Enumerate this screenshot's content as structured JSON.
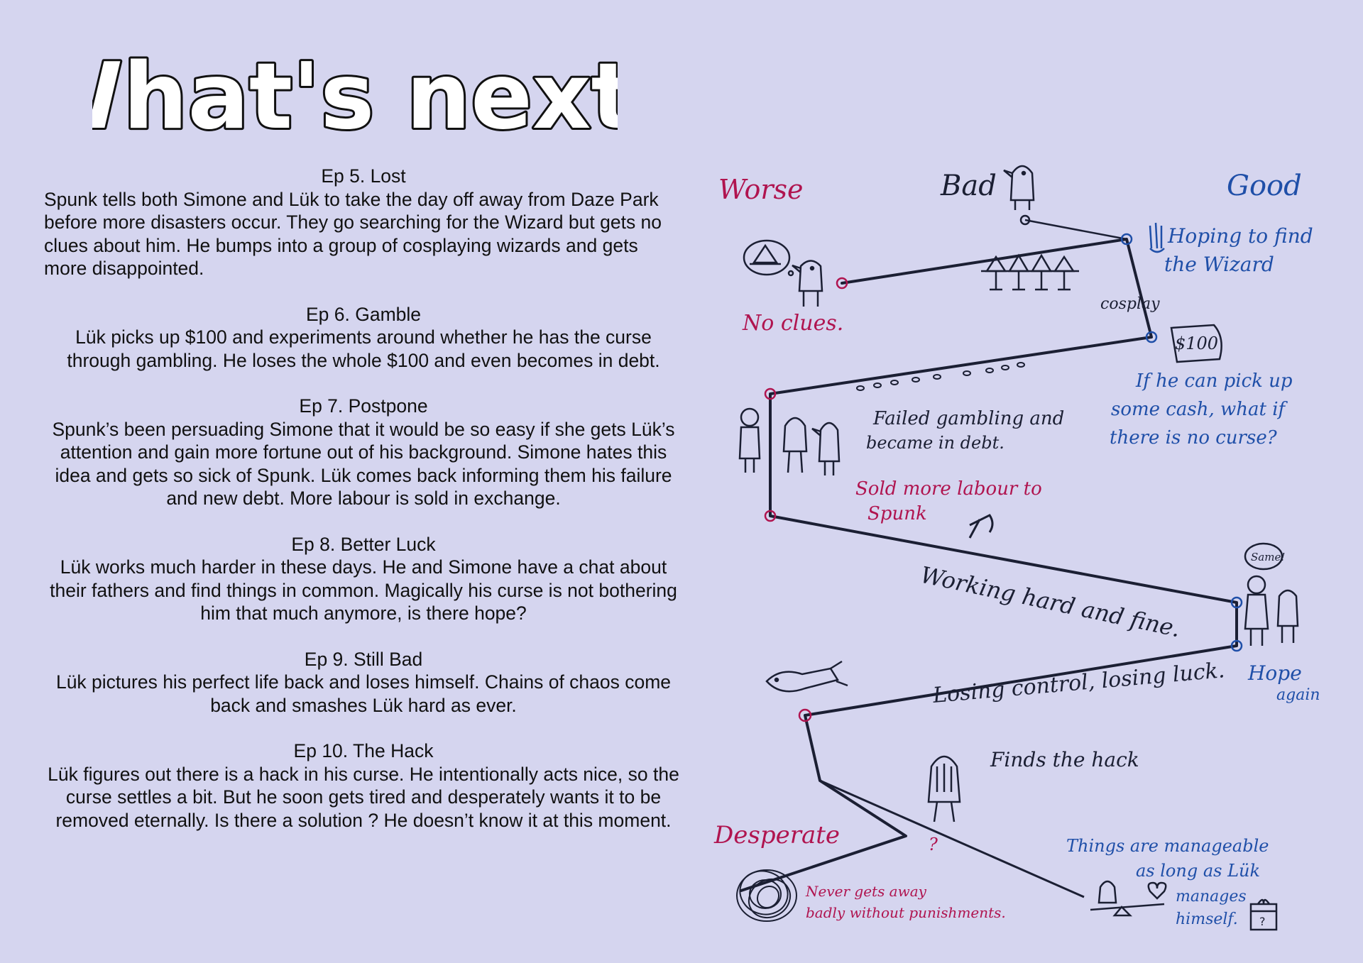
{
  "title": "What's next?",
  "episodes": [
    {
      "title": "Ep 5. Lost",
      "body": "Spunk tells both Simone and Lük to take the day off away from Daze Park before more disasters occur. They go searching for the Wizard but gets no clues about him. He bumps into a group of cosplaying wizards and gets more disappointed.",
      "align": "left"
    },
    {
      "title": "Ep 6. Gamble",
      "body": "Lük picks up $100 and experiments around whether he has the curse through gambling. He loses the whole $100 and even becomes in debt.",
      "align": "center"
    },
    {
      "title": "Ep 7. Postpone",
      "body": "Spunk’s been persuading Simone that it would be so easy if she gets Lük’s attention and gain more fortune out of his background. Simone hates this idea and gets so sick of Spunk. Lük comes back informing them his failure and new debt. More labour is sold in exchange.",
      "align": "center"
    },
    {
      "title": "Ep 8.  Better Luck",
      "body": "Lük works much harder in these days. He and Simone have a chat about their fathers and find things in common.  Magically his curse is not bothering him that much anymore, is there hope?",
      "align": "center"
    },
    {
      "title": "Ep 9. Still Bad",
      "body": "Lük pictures his perfect life back and loses himself. Chains of chaos come back and smashes Lük hard as ever.",
      "align": "center"
    },
    {
      "title": "Ep 10. The Hack",
      "body": "Lük figures out there is a hack in his curse. He intentionally acts nice, so the curse settles a bit. But he soon gets tired and desperately wants it to be removed eternally. Is there a solution ? He doesn’t know it at this moment.",
      "align": "center"
    }
  ],
  "diagram": {
    "scale": {
      "worse": "Worse",
      "bad": "Bad",
      "good": "Good",
      "desperate": "Desperate"
    },
    "notes": {
      "hoping": [
        "Hoping to find",
        "the Wizard"
      ],
      "no_clues": "No clues.",
      "cosplay": "cosplay",
      "cash": "$100",
      "pickup": [
        "If he can pick up",
        "some cash, what if",
        "there is no curse?"
      ],
      "failed": [
        "Failed gambling and",
        "became in debt."
      ],
      "sold": [
        "Sold more labour to",
        "Spunk"
      ],
      "working": "Working hard and fine.",
      "same": "Same!",
      "hope": [
        "Hope",
        "again"
      ],
      "losing": "Losing control, losing luck.",
      "hack": "Finds the hack",
      "question": "?",
      "manageable": [
        "Things are manageable",
        "as long as Lük",
        "manages",
        "himself."
      ],
      "never": [
        "Never gets away",
        "badly without punishments."
      ]
    },
    "colors": {
      "ink": "#1b1f33",
      "red": "#b0144f",
      "blue": "#1f4fa8",
      "background": "#d5d5ef"
    }
  }
}
